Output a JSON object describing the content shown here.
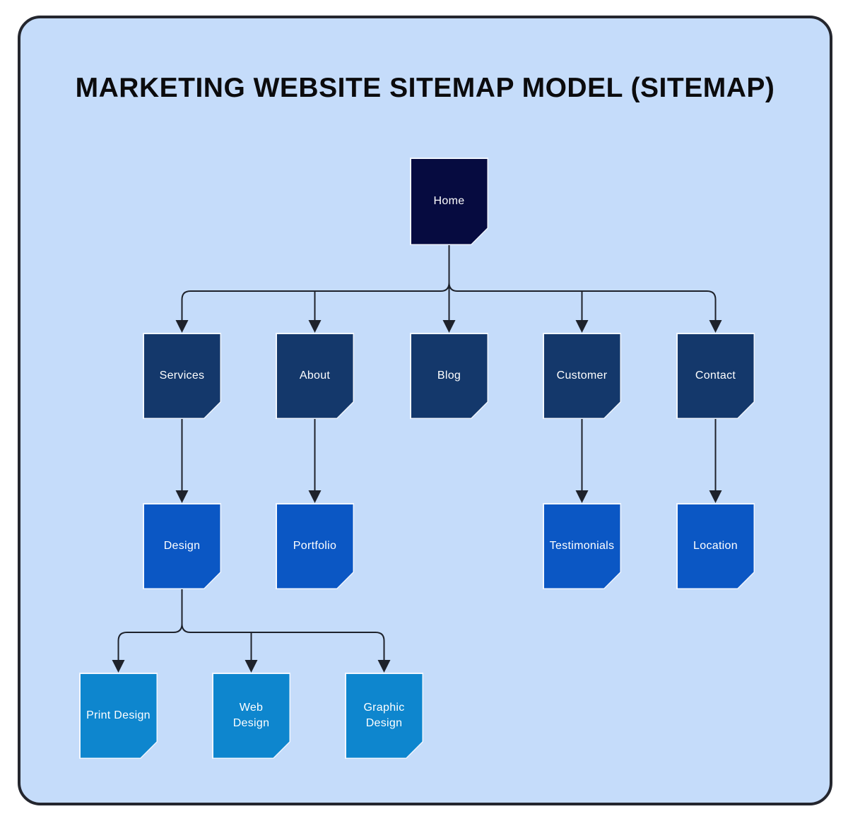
{
  "title": "MARKETING WEBSITE SITEMAP MODEL (SITEMAP)",
  "colors": {
    "page_bg": "#ffffff",
    "card_bg": "#c5dcfa",
    "card_border": "#24262e",
    "title_color": "#0b0b0d",
    "line_color": "#1e222b",
    "label_color": "#ffffff",
    "level1_color": "#060b40",
    "level2_color": "#14386b",
    "level3_color": "#0b57c4",
    "level4_color": "#0e86ce"
  },
  "nodes": {
    "home": {
      "label": "Home",
      "level": 1
    },
    "services": {
      "label": "Services",
      "level": 2
    },
    "about": {
      "label": "About",
      "level": 2
    },
    "blog": {
      "label": "Blog",
      "level": 2
    },
    "customer": {
      "label": "Customer",
      "level": 2
    },
    "contact": {
      "label": "Contact",
      "level": 2
    },
    "design": {
      "label": "Design",
      "level": 3
    },
    "portfolio": {
      "label": "Portfolio",
      "level": 3
    },
    "testimonials": {
      "label": "Testimonials",
      "level": 3
    },
    "location": {
      "label": "Location",
      "level": 3
    },
    "print_design": {
      "label": "Print Design",
      "level": 4
    },
    "web_design": {
      "label": "Web\nDesign",
      "level": 4
    },
    "graphic_design": {
      "label": "Graphic\nDesign",
      "level": 4
    }
  },
  "edges": [
    [
      "home",
      "services"
    ],
    [
      "home",
      "about"
    ],
    [
      "home",
      "blog"
    ],
    [
      "home",
      "customer"
    ],
    [
      "home",
      "contact"
    ],
    [
      "services",
      "design"
    ],
    [
      "about",
      "portfolio"
    ],
    [
      "customer",
      "testimonials"
    ],
    [
      "contact",
      "location"
    ],
    [
      "design",
      "print_design"
    ],
    [
      "design",
      "web_design"
    ],
    [
      "design",
      "graphic_design"
    ]
  ]
}
